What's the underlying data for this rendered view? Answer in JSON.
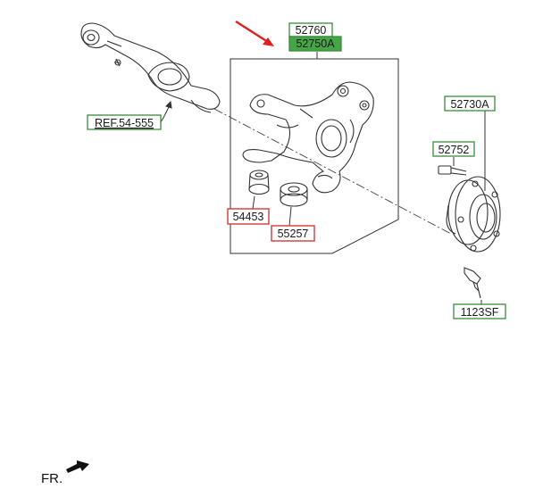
{
  "labels": {
    "knuckle_no": "52760",
    "knuckle_assy": "52750A",
    "ref": "REF.54-555",
    "hub_assy": "52730A",
    "hub_bolt": "52752",
    "bushing_1": "54453",
    "bushing_2": "55257",
    "hub_mount_bolt": "1123SF"
  },
  "direction_label": "FR.",
  "colors": {
    "green_box": "#3a8a3a",
    "highlight_fill": "#46a546",
    "red_box": "#d23a3a",
    "arrow": "#e02020",
    "line": "#333333"
  }
}
